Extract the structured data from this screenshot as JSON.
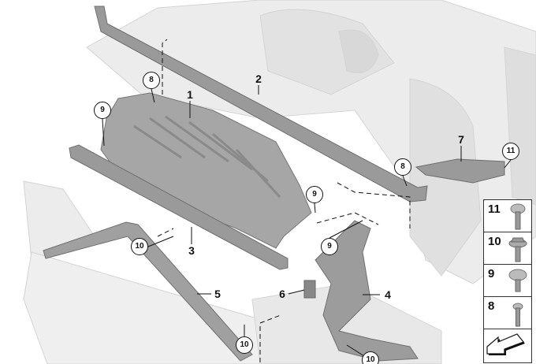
{
  "diagram": {
    "callouts": [
      {
        "id": "part-1",
        "text": "1"
      },
      {
        "id": "part-2",
        "text": "2"
      },
      {
        "id": "part-3",
        "text": "3"
      },
      {
        "id": "part-4",
        "text": "4"
      },
      {
        "id": "part-5",
        "text": "5"
      },
      {
        "id": "part-6",
        "text": "6"
      },
      {
        "id": "part-7",
        "text": "7"
      }
    ],
    "circled": [
      {
        "text": "8"
      },
      {
        "text": "8"
      },
      {
        "text": "9"
      },
      {
        "text": "9"
      },
      {
        "text": "9"
      },
      {
        "text": "10"
      },
      {
        "text": "10"
      },
      {
        "text": "10"
      },
      {
        "text": "11"
      }
    ]
  },
  "legend": {
    "rows": [
      {
        "number": "11",
        "icon": "torx-pan-bolt-icon"
      },
      {
        "number": "10",
        "icon": "hex-flange-bolt-icon"
      },
      {
        "number": "9",
        "icon": "pan-head-screw-icon"
      },
      {
        "number": "8",
        "icon": "washer-bolt-icon"
      }
    ],
    "footer_icon": "direction-arrow-icon"
  },
  "colors": {
    "part": "#9a9a9a",
    "body": "#e6e6e6",
    "ink": "#111111"
  }
}
